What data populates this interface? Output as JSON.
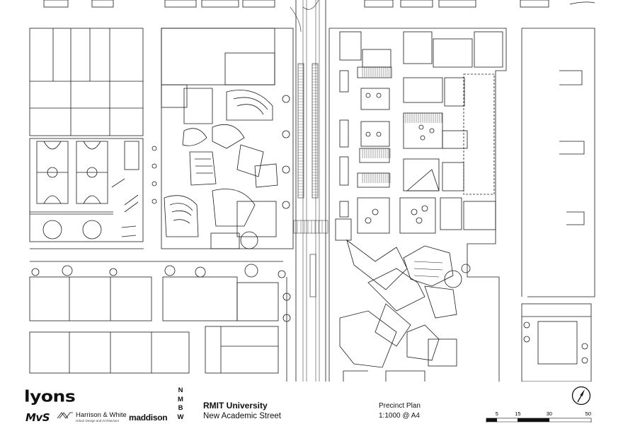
{
  "plan": {
    "north_arrow_icon": "north-arrow-icon"
  },
  "logos": {
    "lyons": "lyons",
    "mvs": "MvS",
    "harrison_white": "Harrison & White",
    "harrison_white_sub": "Urban Design and Architecture",
    "maddison": "maddison",
    "nmbw": [
      "N",
      "M",
      "B",
      "W"
    ]
  },
  "project": {
    "title": "RMIT University",
    "subtitle": "New Academic Street"
  },
  "sheet": {
    "title": "Precinct Plan",
    "scale": "1:1000 @ A4"
  },
  "scale_bar": {
    "labels": [
      "5",
      "15",
      "30",
      "50"
    ],
    "unit_values": [
      5,
      15,
      30,
      50
    ]
  }
}
